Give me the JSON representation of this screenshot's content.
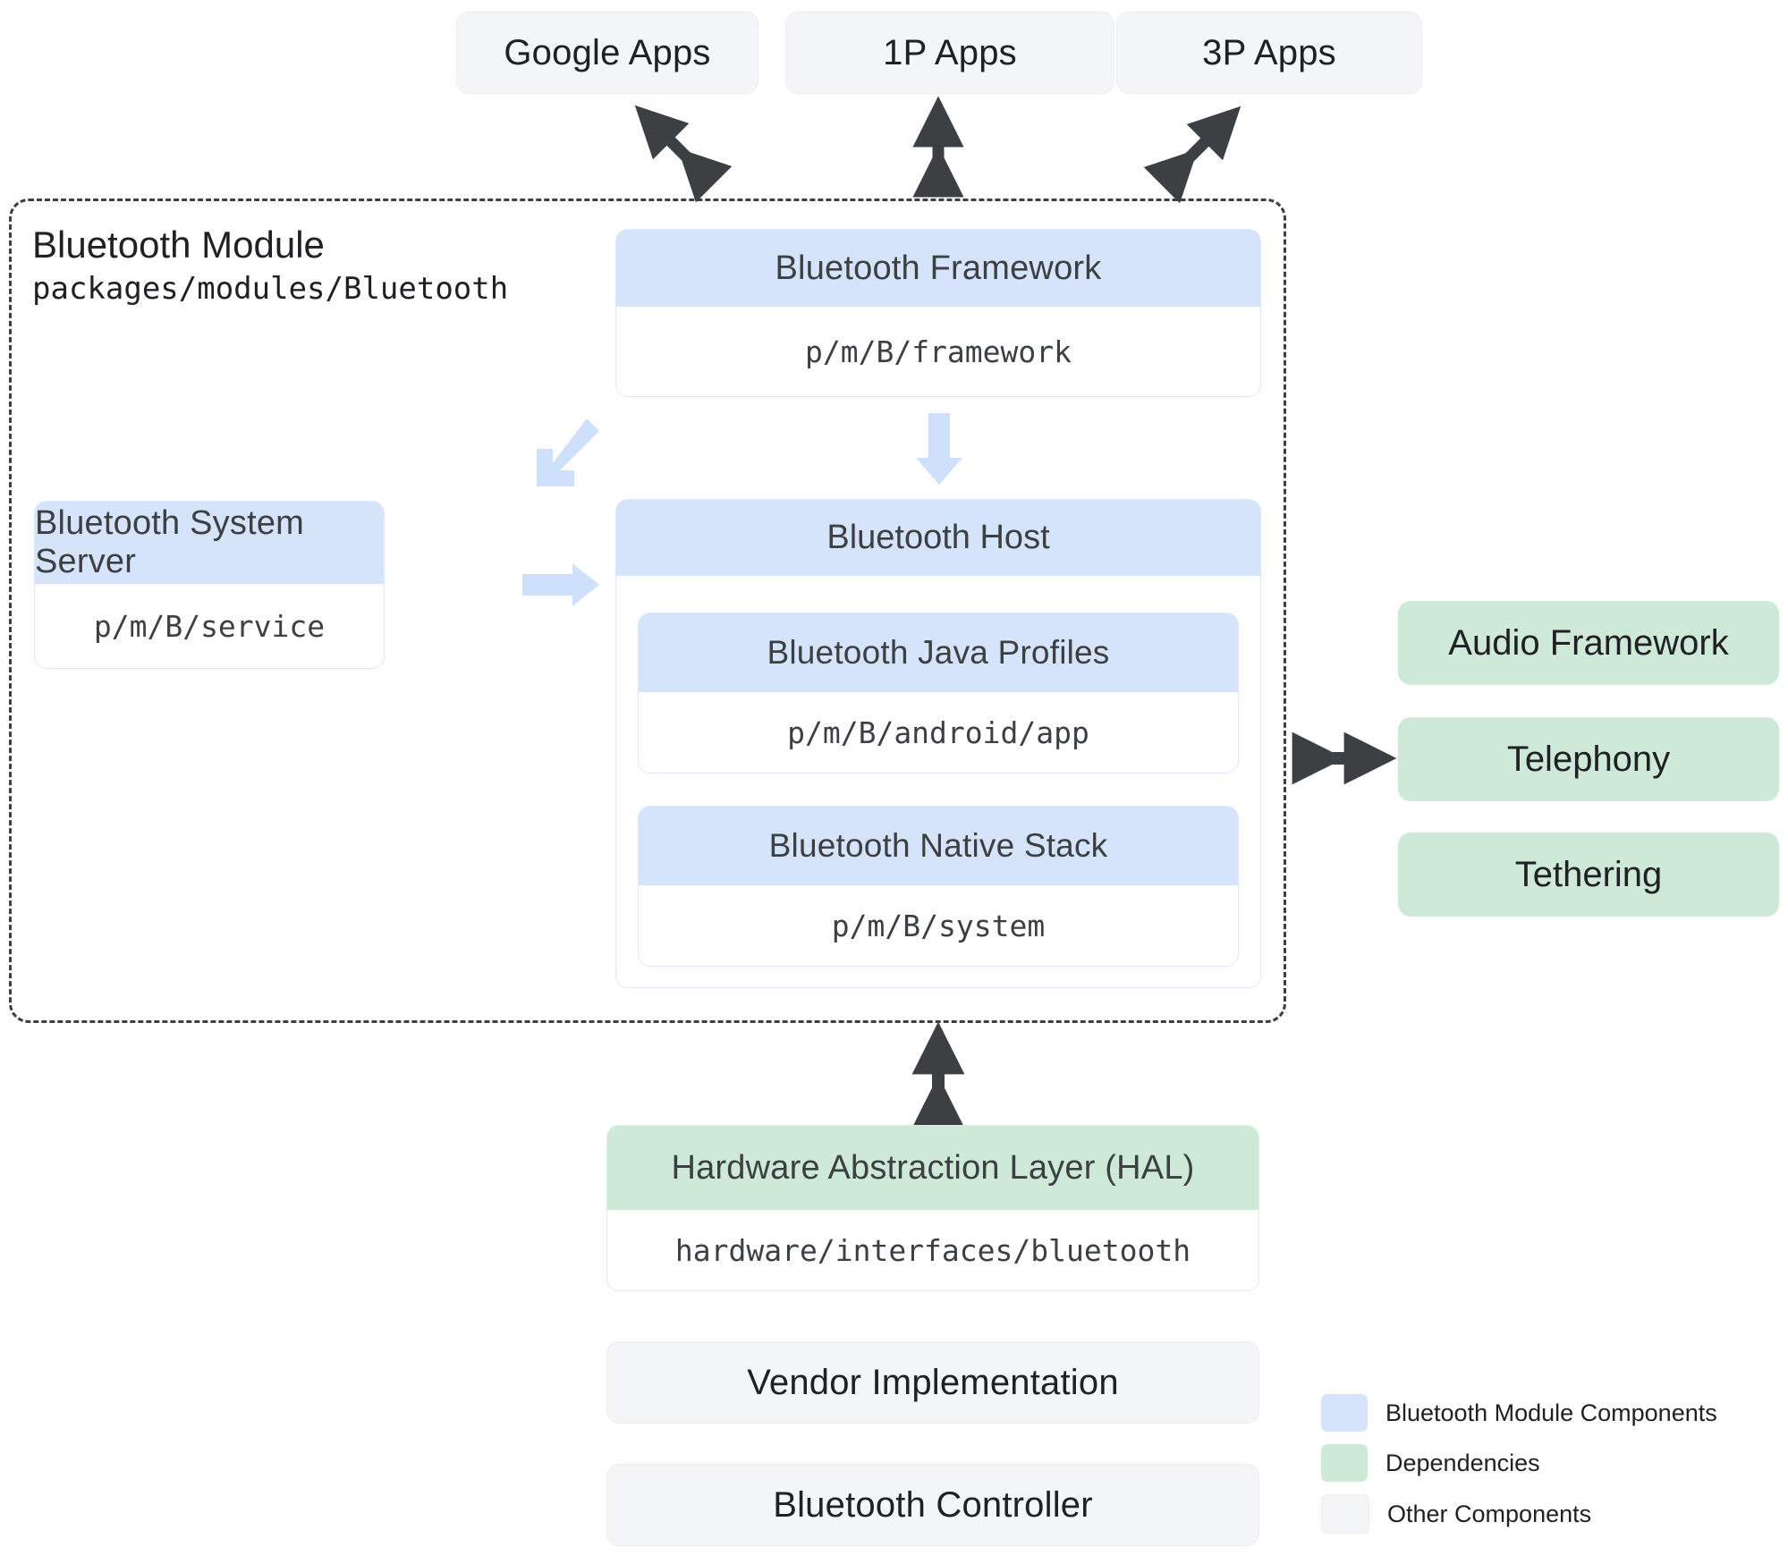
{
  "colors": {
    "module_blue": "#d6e4fb",
    "dependency_green": "#cfe9d8",
    "other_grey": "#f4f5f7",
    "arrow_dark": "#3c4043",
    "arrow_light_blue": "#cfe0fa",
    "module_border": "#3c4043"
  },
  "apps": [
    {
      "label": "Google Apps"
    },
    {
      "label": "1P Apps"
    },
    {
      "label": "3P Apps"
    }
  ],
  "module": {
    "title": "Bluetooth Module",
    "path": "packages/modules/Bluetooth"
  },
  "framework": {
    "title": "Bluetooth Framework",
    "path": "p/m/B/framework"
  },
  "system_server": {
    "title": "Bluetooth System Server",
    "path": "p/m/B/service"
  },
  "host": {
    "title": "Bluetooth Host",
    "children": [
      {
        "title": "Bluetooth Java Profiles",
        "path": "p/m/B/android/app"
      },
      {
        "title": "Bluetooth Native Stack",
        "path": "p/m/B/system"
      }
    ]
  },
  "dependencies": [
    {
      "label": "Audio Framework"
    },
    {
      "label": "Telephony"
    },
    {
      "label": "Tethering"
    }
  ],
  "hal": {
    "title": "Hardware Abstraction Layer (HAL)",
    "path": "hardware/interfaces/bluetooth"
  },
  "bottom": [
    {
      "label": "Vendor Implementation"
    },
    {
      "label": "Bluetooth Controller"
    }
  ],
  "legend": [
    {
      "label": "Bluetooth Module Components",
      "color": "#d6e4fb"
    },
    {
      "label": "Dependencies",
      "color": "#cfe9d8"
    },
    {
      "label": "Other Components",
      "color": "#f4f5f7"
    }
  ],
  "arrows": {
    "apps_google": "diagonal-bidirectional-arrow-nw-se",
    "apps_1p": "vertical-bidirectional-arrow",
    "apps_3p": "diagonal-bidirectional-arrow-ne-sw",
    "framework_to_host": "down-arrow",
    "framework_to_system_server": "diagonal-down-left-arrow",
    "system_server_to_host": "right-arrow",
    "host_to_dependencies": "horizontal-bidirectional-arrow",
    "module_to_hal": "vertical-bidirectional-arrow"
  }
}
